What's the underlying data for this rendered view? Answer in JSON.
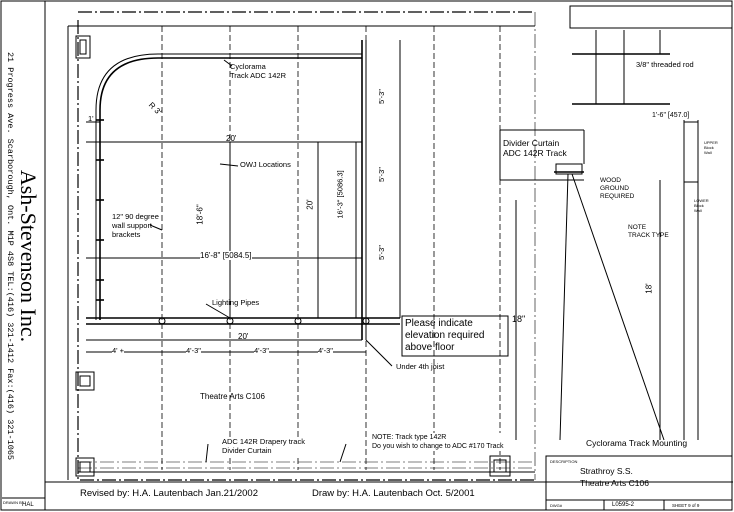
{
  "company": {
    "name": "Ash-Stevenson Inc.",
    "address": "21 Progress Ave. Scarborough, Ont. M1P 4S8 TEL:(416) 321-1412 Fax:(416) 321-1065"
  },
  "plan": {
    "cyclorama_track": "Cyclorama\nTrack ADC 142R",
    "radius": "R 3'",
    "dim_1ft": "1'",
    "dim_20ft_top": "20'",
    "owj_locations": "OWJ Locations",
    "dim_18_6": "18'-6\"",
    "dim_20_vert": "20'",
    "dim_16_3": "16'-3\" [5086.3]",
    "dim_5_3": "5'-3\"",
    "wall_brackets": "12\" 90 degree\nwall support\nbrackets",
    "dim_16_8": "16'-8\" [5084.5]",
    "lighting_pipes": "Lighting Pipes",
    "dim_20ft_bottom": "20'",
    "dim_4ft": "4' +",
    "dim_4_3": "4'-3\"",
    "under_joist": "Under 4th joist",
    "room_name": "Theatre Arts C106",
    "drapery_track": "ADC 142R Drapery track\nDivider Curtain",
    "note_track": "NOTE: Track type 142R\nDo you wish to change to ADC #170 Track",
    "callout_box": "Please indicate\nelevation required\nabove floor",
    "dim_18in": "18\""
  },
  "detail": {
    "threaded_rod": "3/8\" threaded rod",
    "dim_1_6": "1'-6\" [457.0]",
    "upper_block": "UPPER\nBlock\nWall",
    "lower_block": "LOWER\nBlock\nWall",
    "divider_title": "Divider Curtain\nADC 142R Track",
    "wood_ground": "WOOD\nGROUND\nREQUIRED",
    "note_track_type": "NOTE\nTRACK TYPE",
    "dim_18ft": "18'",
    "cyc_mounting": "Cyclorama Track Mounting"
  },
  "titleblock": {
    "revised": "Revised by: H.A. Lautenbach Jan.21/2002",
    "drawn": "Draw by: H.A. Lautenbach Oct. 5/2001",
    "description_label": "DESCRIPTION",
    "project": "Strathroy S.S.",
    "project_sub": "Theatre Arts C106",
    "dwg_label": "DWG#",
    "dwg_no": "L0595-2",
    "sheet": "SHEET 9 of 9",
    "drawn_by_label": "DRAWN BY",
    "drawn_by": "HAL"
  }
}
